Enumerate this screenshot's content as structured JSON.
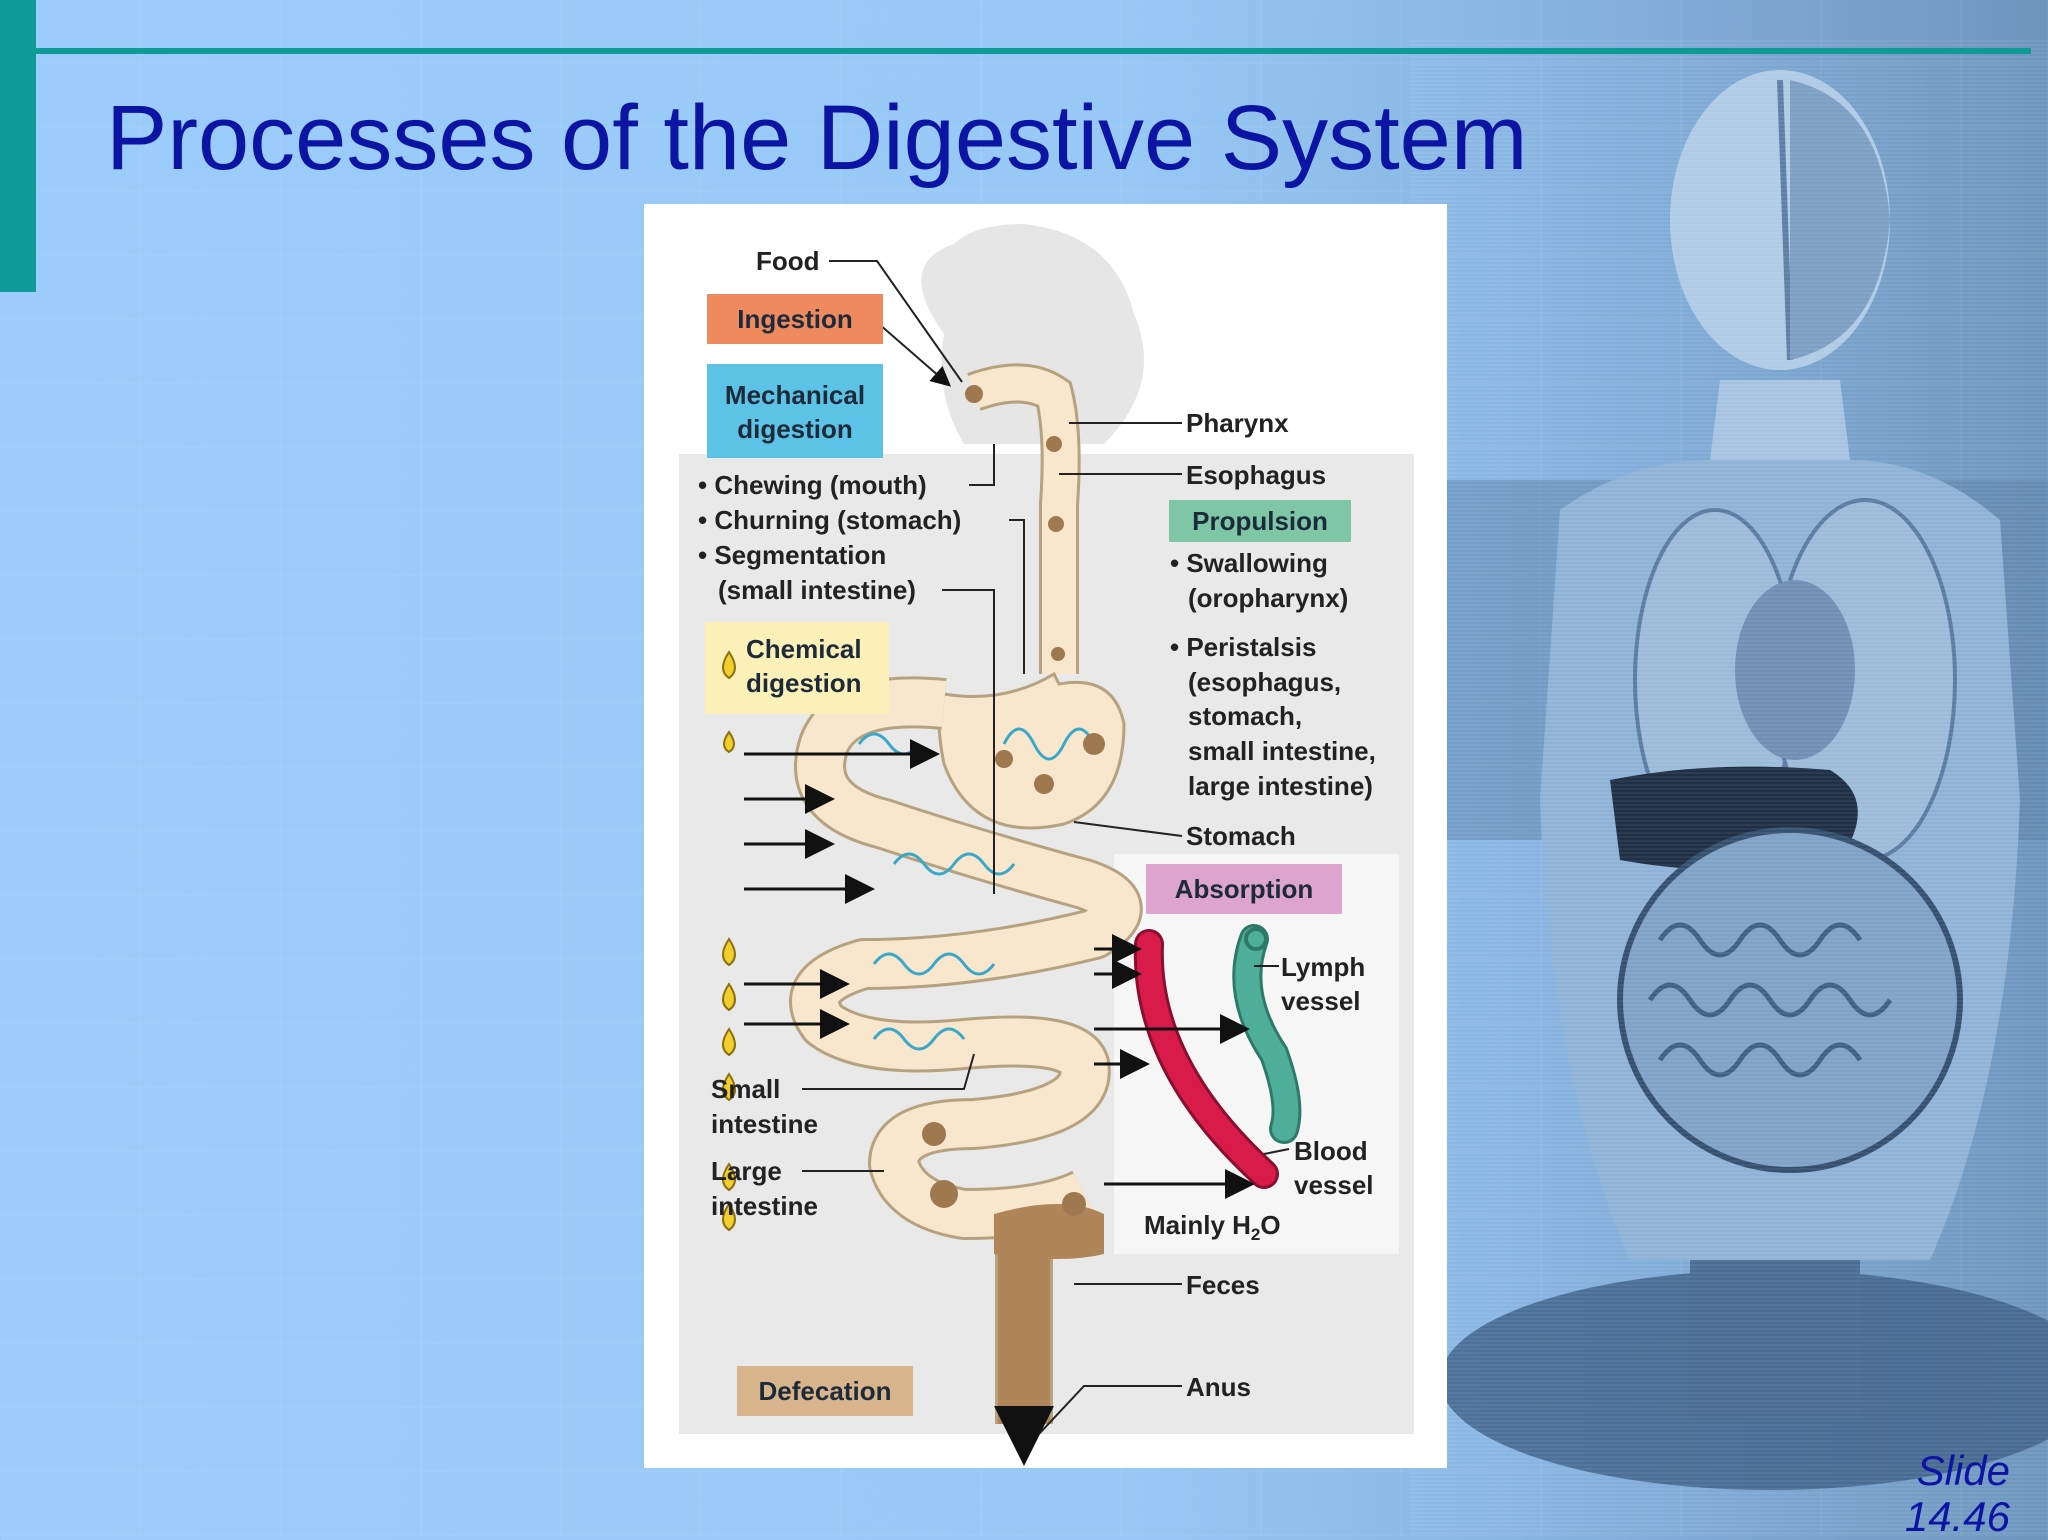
{
  "slide": {
    "title": "Processes of the Digestive System",
    "number_line1": "Slide",
    "number_line2": "14.46"
  },
  "colors": {
    "accent": "#0e9b97",
    "title": "#0b14a3",
    "ingestion_box": "#ef8a5e",
    "mechanical_box": "#5cc3e6",
    "propulsion_box": "#7ec6a6",
    "chemical_box": "#fbf1b8",
    "absorption_box": "#dda4cf",
    "defecation_box": "#d8b48c",
    "blood_vessel": "#d81b4a",
    "lymph_vessel": "#4fae9a"
  },
  "diagram": {
    "process_boxes": {
      "ingestion": "Ingestion",
      "mechanical_line1": "Mechanical",
      "mechanical_line2": "digestion",
      "propulsion": "Propulsion",
      "chemical_line1": "Chemical",
      "chemical_line2": "digestion",
      "absorption": "Absorption",
      "defecation": "Defecation"
    },
    "labels": {
      "food": "Food",
      "pharynx": "Pharynx",
      "esophagus": "Esophagus",
      "stomach": "Stomach",
      "lymph_line1": "Lymph",
      "lymph_line2": "vessel",
      "blood_line1": "Blood",
      "blood_line2": "vessel",
      "mainly_h2o_prefix": "Mainly H",
      "mainly_h2o_sub": "2",
      "mainly_h2o_suffix": "O",
      "feces": "Feces",
      "anus": "Anus",
      "small_intestine_line1": "Small",
      "small_intestine_line2": "intestine",
      "large_intestine_line1": "Large",
      "large_intestine_line2": "intestine"
    },
    "mechanical_list": [
      "• Chewing (mouth)",
      "• Churning (stomach)",
      "• Segmentation",
      "(small intestine)"
    ],
    "propulsion_list": [
      "• Swallowing",
      "(oropharynx)",
      "• Peristalsis",
      "(esophagus,",
      "stomach,",
      "small intestine,",
      "large intestine)"
    ]
  }
}
